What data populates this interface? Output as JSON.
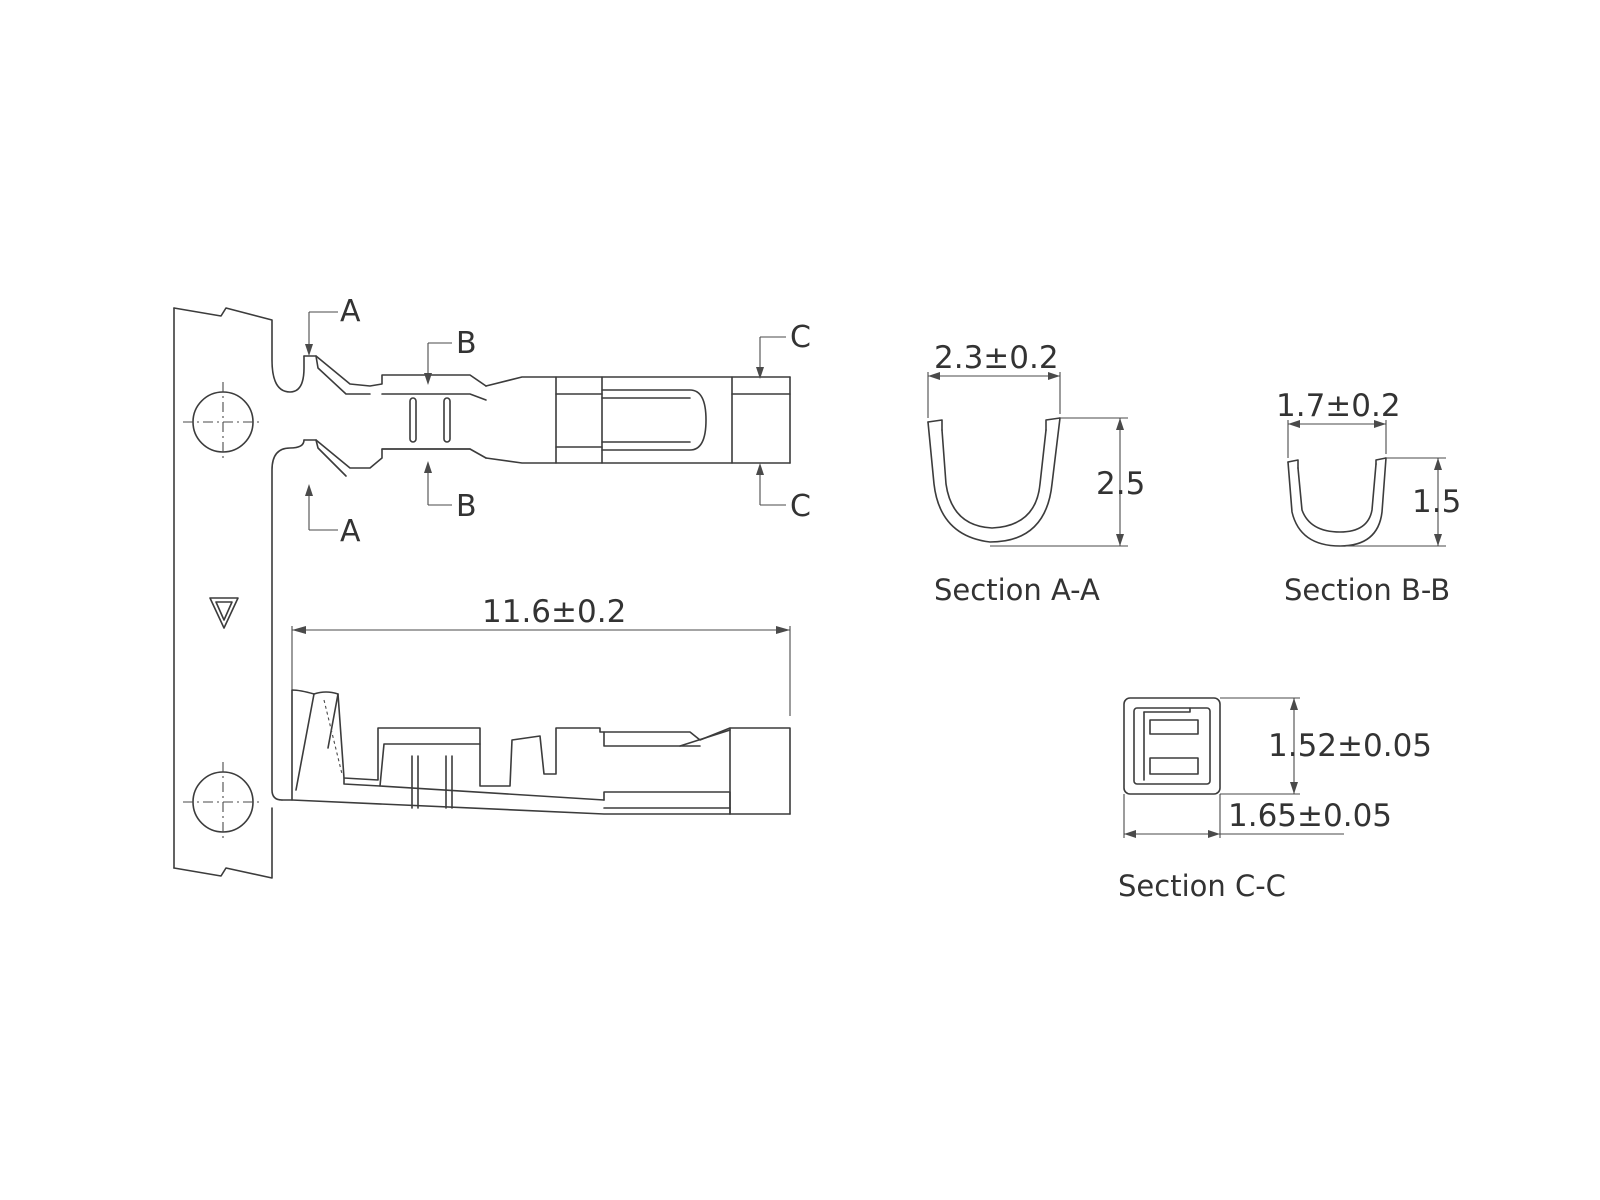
{
  "section_markers": {
    "a_top": "A",
    "a_bottom": "A",
    "b_top": "B",
    "b_bottom": "B",
    "c_top": "C",
    "c_bottom": "C"
  },
  "dimensions": {
    "overall_length": "11.6±0.2",
    "section_a_width": "2.3±0.2",
    "section_a_height": "2.5",
    "section_b_width": "1.7±0.2",
    "section_b_height": "1.5",
    "section_c_height": "1.52±0.05",
    "section_c_width": "1.65±0.05"
  },
  "section_titles": {
    "a": "Section A-A",
    "b": "Section B-B",
    "c": "Section C-C"
  },
  "icons": {
    "feed_direction": "triangle-down-icon",
    "pilot_hole": "crosshair-circle-icon"
  }
}
